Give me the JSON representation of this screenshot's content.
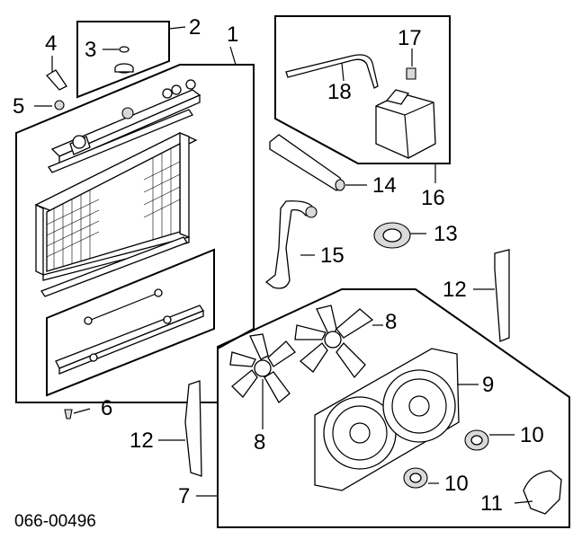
{
  "drawing_number": "066-00496",
  "callouts": {
    "c1": "1",
    "c2": "2",
    "c3": "3",
    "c4": "4",
    "c5": "5",
    "c6": "6",
    "c7": "7",
    "c8a": "8",
    "c8b": "8",
    "c9": "9",
    "c10a": "10",
    "c10b": "10",
    "c11": "11",
    "c12a": "12",
    "c12b": "12",
    "c13": "13",
    "c14": "14",
    "c15": "15",
    "c16": "16",
    "c17": "17",
    "c18": "18"
  }
}
